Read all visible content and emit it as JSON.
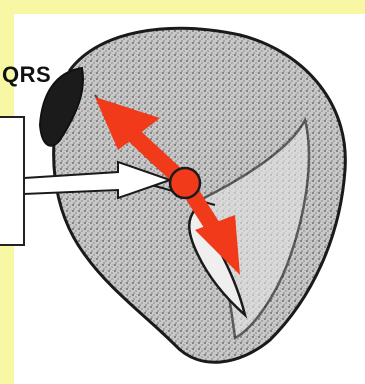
{
  "diagram": {
    "label": "QRS",
    "colors": {
      "background": "#f7f7a4",
      "panel": "#ffffff",
      "vector_arrow": "#f03a1a",
      "outline": "#1a1a1a",
      "muscle_stipple": "#8a8a8a"
    },
    "icons": [
      "heart-cross-section",
      "origin-dot",
      "double-headed-vector-arrow",
      "pointer-arrow"
    ]
  }
}
